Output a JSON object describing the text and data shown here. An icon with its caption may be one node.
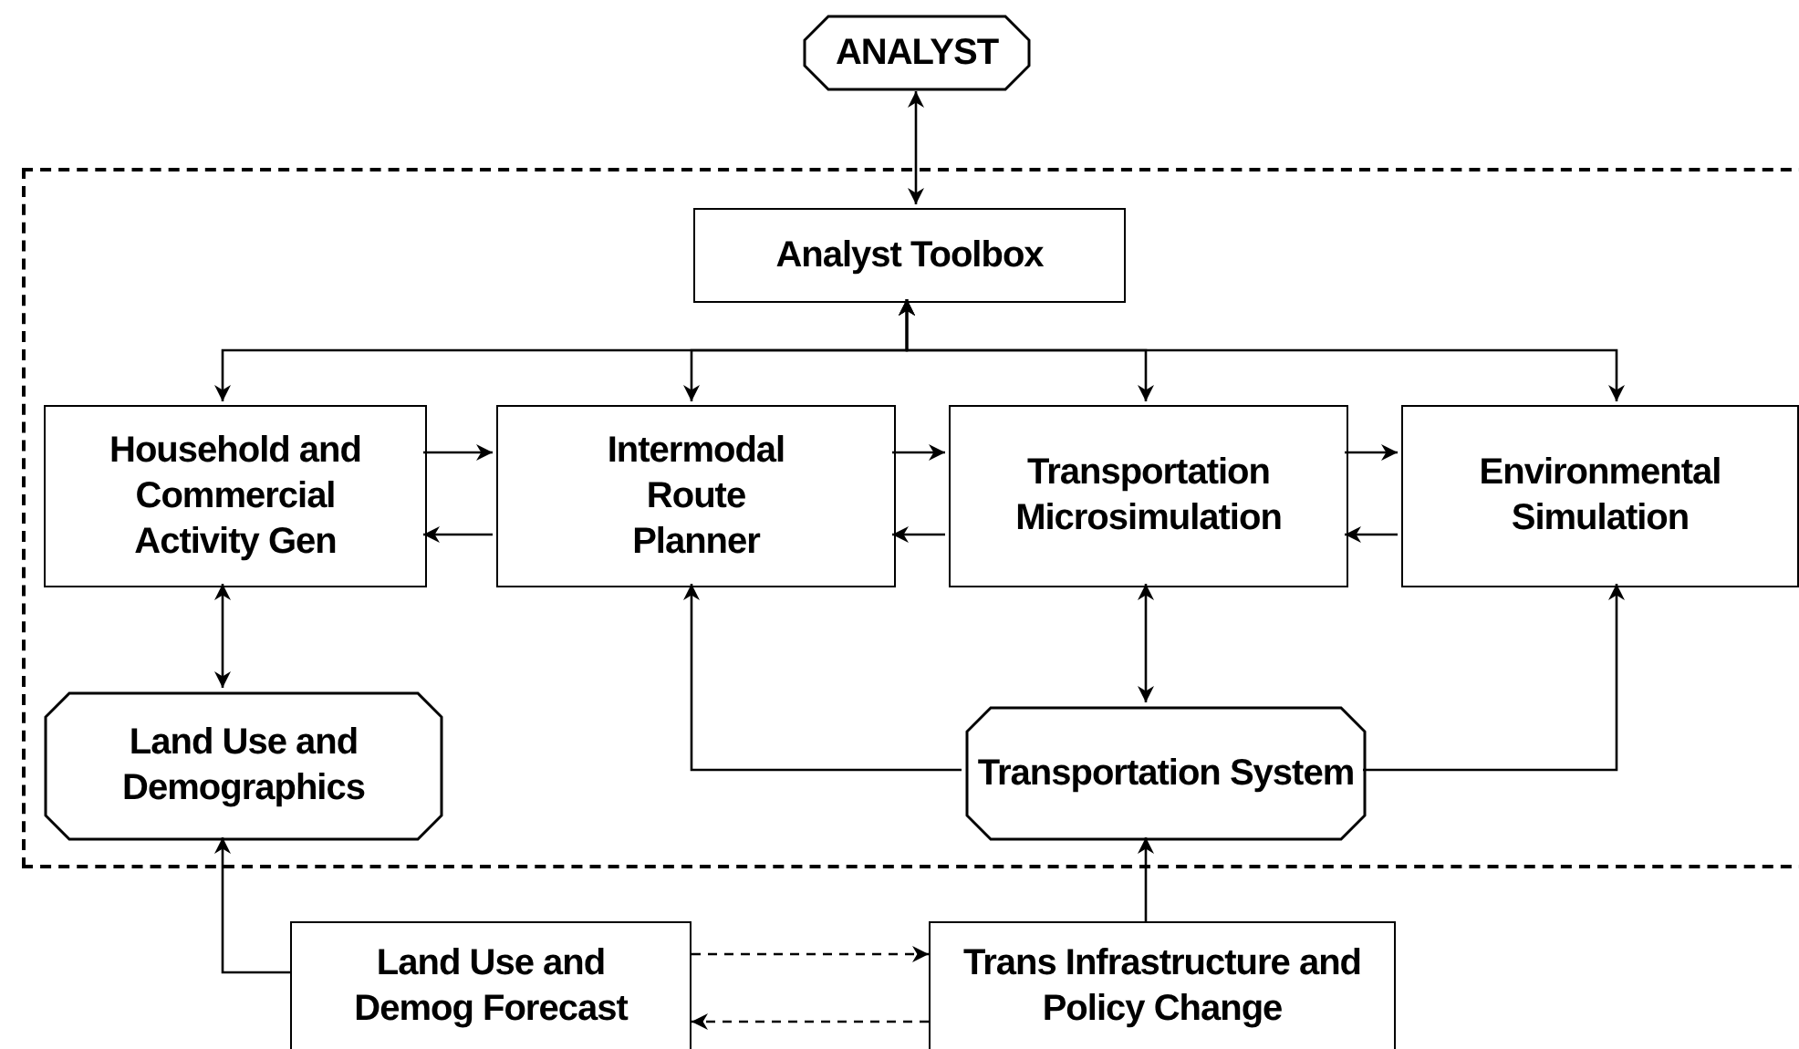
{
  "diagram": {
    "nodes": [
      {
        "text": [
          "ANALYST"
        ]
      },
      {
        "text": [],
        "shape": "box"
      },
      {
        "text": [
          "Analyst Toolbox"
        ],
        "in": 1
      },
      {
        "text": [
          "Household and Commercial Activity Gen"
        ],
        "in": 1
      },
      {
        "text": [
          "Intermodal Route Planner"
        ],
        "in": 1
      },
      {
        "text": [
          "Transportation Microsimulation"
        ],
        "in": 1
      },
      {
        "text": [
          "Environmental Simulation"
        ],
        "in": 1
      },
      {
        "text": [
          "Land Use and Demographics"
        ],
        "in": 1
      },
      {
        "text": [
          "Transportation System"
        ],
        "in": 1
      },
      {
        "text": [
          "Land Use and Demog Forecast"
        ]
      },
      {
        "text": [
          "Trans Infrastructure and Policy Change"
        ]
      }
    ],
    "edges": [
      {
        "from": 0,
        "to": 2,
        "arrow": "both"
      },
      {
        "from": 2,
        "to": 3,
        "arrow": "both"
      },
      {
        "from": 2,
        "to": 4,
        "arrow": "both"
      },
      {
        "from": 2,
        "to": 5,
        "arrow": "both"
      },
      {
        "from": 2,
        "to": 6,
        "arrow": "both"
      },
      {
        "from": 3,
        "to": 4,
        "arrow": "to"
      },
      {
        "from": 4,
        "to": 3,
        "arrow": "to"
      },
      {
        "from": 4,
        "to": 5,
        "arrow": "to"
      },
      {
        "from": 5,
        "to": 4,
        "arrow": "to"
      },
      {
        "from": 5,
        "to": 6,
        "arrow": "to"
      },
      {
        "from": 6,
        "to": 5,
        "arrow": "to"
      },
      {
        "from": 3,
        "to": 7,
        "arrow": "both"
      },
      {
        "from": 5,
        "to": 8,
        "arrow": "both"
      },
      {
        "from": 8,
        "to": 4,
        "arrow": "to"
      },
      {
        "from": 8,
        "to": 6,
        "arrow": "to"
      },
      {
        "from": 9,
        "to": 7,
        "arrow": "to"
      },
      {
        "from": 9,
        "to": 10,
        "arrow": "to",
        "style": "dashed"
      },
      {
        "from": 10,
        "to": 9,
        "arrow": "to",
        "style": "dashed"
      },
      {
        "from": 10,
        "to": 8,
        "arrow": "to"
      }
    ]
  }
}
